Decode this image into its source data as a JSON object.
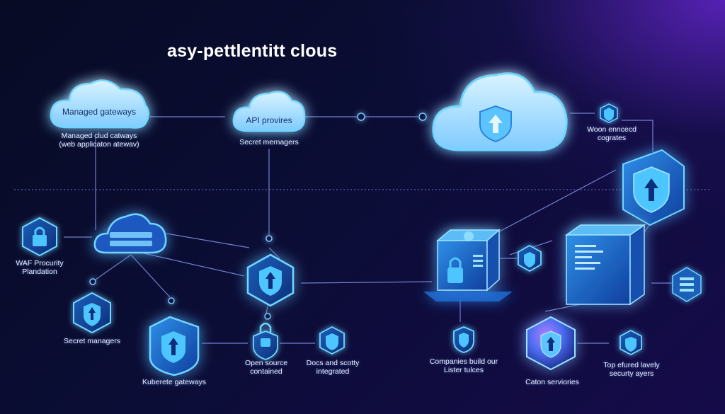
{
  "title": "asy-pettlentitt clous",
  "clouds": {
    "managed_gateways": "Managed gateways",
    "api_provires": "API provires"
  },
  "labels": {
    "managed_cloud_line1": "Managed clud catways",
    "managed_cloud_line2": "(web applicaton atewav)",
    "secret_managers_top": "Secret mernagers",
    "woon_line1": "Woon enncecd",
    "woon_line2": "cogrates",
    "waf_line1": "WAF Procurity",
    "waf_line2": "Plandation",
    "secret_managers_bottom": "Secret managers",
    "kuberete": "Kuberete gateways",
    "open_source_line1": "Open source",
    "open_source_line2": "contained",
    "docs_line1": "Docs and scotty",
    "docs_line2": "integrated",
    "companies_line1": "Companies build our",
    "companies_line2": "Lister tulces",
    "caton": "Caton serviories",
    "top_line1": "Top efured lavely",
    "top_line2": "securty ayers"
  },
  "colors": {
    "glow": "#4fc3ff",
    "cloud_fill": "#b9e6ff",
    "cloud_edge": "#5fd0ff",
    "connector": "#7e8ce0",
    "icon_fill": "#2fa8f0"
  },
  "icons": [
    "cloud-icon",
    "shield-arrow-icon",
    "lock-icon",
    "server-icon",
    "chip-icon",
    "database-icon"
  ]
}
